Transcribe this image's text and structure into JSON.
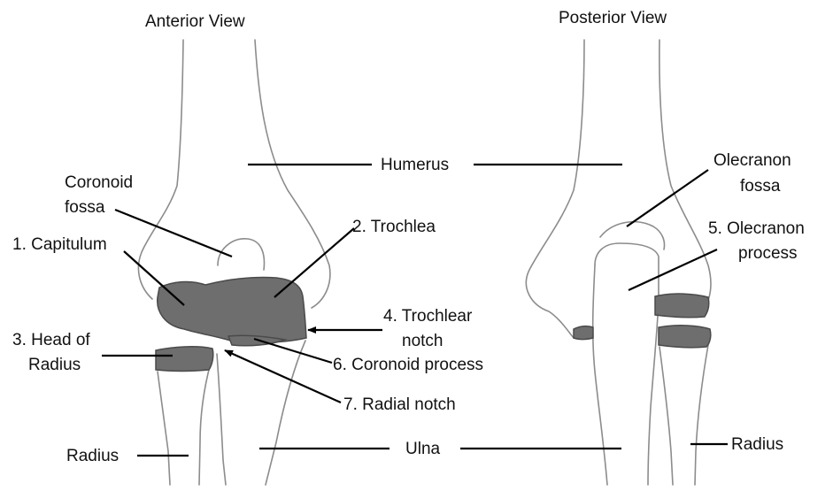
{
  "views": {
    "anterior": "Anterior View",
    "posterior": "Posterior View"
  },
  "labels": {
    "humerus": "Humerus",
    "ulna": "Ulna",
    "radius_left": "Radius",
    "radius_right": "Radius",
    "coronoid_fossa_1": "Coronoid",
    "coronoid_fossa_2": "fossa",
    "capitulum": "1. Capitulum",
    "trochlea": "2. Trochlea",
    "head_radius_1": "3. Head of",
    "head_radius_2": "Radius",
    "trochlear_notch_1": "4. Trochlear",
    "trochlear_notch_2": "notch",
    "olecranon_process_1": "5. Olecranon",
    "olecranon_process_2": "process",
    "coronoid_process": "6. Coronoid process",
    "radial_notch": "7. Radial notch",
    "olecranon_fossa_1": "Olecranon",
    "olecranon_fossa_2": "fossa"
  }
}
